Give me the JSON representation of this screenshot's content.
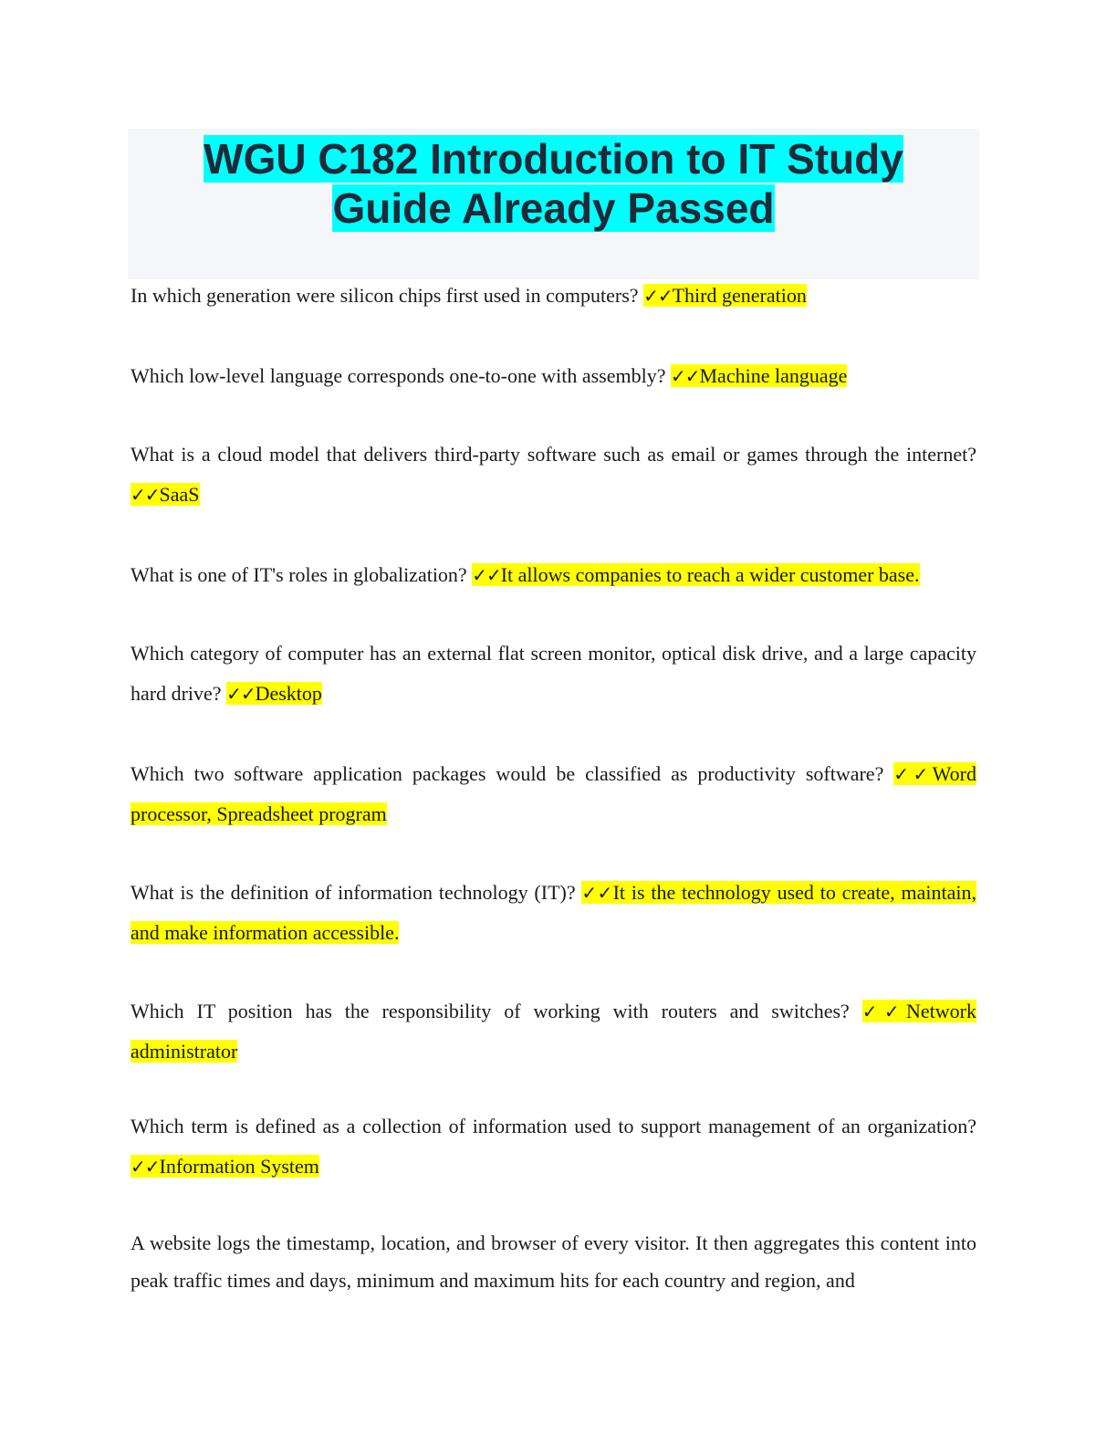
{
  "document": {
    "title_line1": "WGU C182 Introduction to IT Study",
    "title_line2": "Guide Already Passed",
    "check_mark": "✓✓",
    "highlight_color": "#ffff00",
    "title_highlight_color": "#00ffff",
    "items": [
      {
        "q": "In which generation were silicon chips first used in computers? ",
        "a": "Third generation"
      },
      {
        "q": "Which low-level language corresponds one-to-one with assembly? ",
        "a": "Machine language"
      },
      {
        "q": "What is a cloud model that delivers third-party software such as email or games through the internet? ",
        "a": "SaaS"
      },
      {
        "q": "What is one of IT's roles in globalization? ",
        "a": "It allows companies to reach a wider customer base."
      },
      {
        "q": "Which category of computer has an external flat screen monitor, optical disk drive, and a large capacity hard drive? ",
        "a": "Desktop"
      },
      {
        "q": "Which two software application packages would be classified as productivity software? ",
        "a": "Word processor, Spreadsheet program"
      },
      {
        "q": "What is the definition of information technology (IT)? ",
        "a": "It is the technology used to create, maintain, and make information accessible."
      },
      {
        "q": "Which IT position has the responsibility of working with routers and switches? ",
        "a": "Network administrator"
      },
      {
        "q": "Which term is defined as a collection of information used to support management of an organization? ",
        "a": "Information System"
      }
    ],
    "last_paragraph": "A website logs the timestamp, location, and browser of every visitor. It then aggregates this content into peak traffic times and days, minimum and maximum hits for each country and region, and"
  }
}
